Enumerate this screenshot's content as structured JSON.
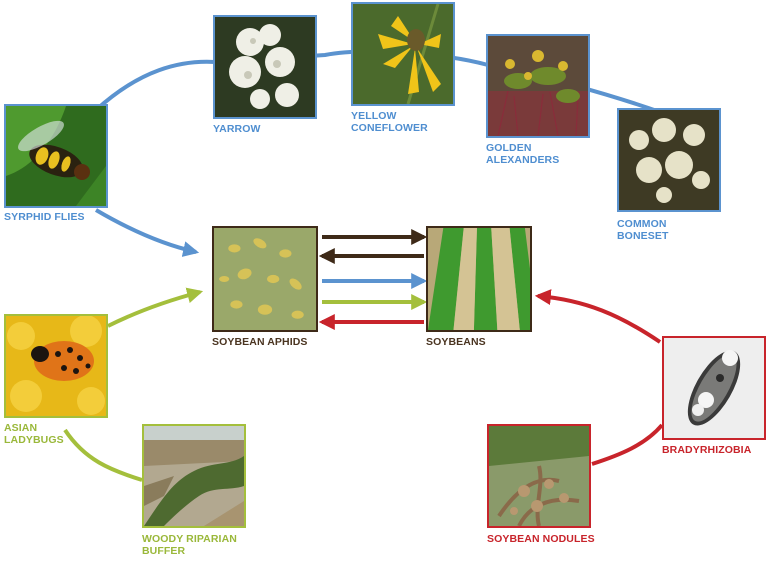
{
  "colors": {
    "syrphid_network": "#5b93cf",
    "ladybug_network": "#a4bf3c",
    "rhizobia_network": "#c8242b",
    "aphid_soybean": "#3e2a18"
  },
  "labels": {
    "syrphid_flies": [
      "SYRPHID FLIES"
    ],
    "yarrow": [
      "YARROW"
    ],
    "yellow_coneflower": [
      "YELLOW",
      "CONEFLOWER"
    ],
    "golden_alexanders": [
      "GOLDEN",
      "ALEXANDERS"
    ],
    "common_boneset": [
      "COMMON",
      "BONESET"
    ],
    "soybean_aphids": [
      "SOYBEAN APHIDS"
    ],
    "soybeans": [
      "SOYBEANS"
    ],
    "asian_ladybugs": [
      "ASIAN",
      "LADYBUGS"
    ],
    "woody_riparian_buffer": [
      "WOODY RIPARIAN",
      "BUFFER"
    ],
    "bradyrhizobia": [
      "BRADYRHIZOBIA"
    ],
    "soybean_nodules": [
      "SOYBEAN NODULES"
    ]
  },
  "photos": [
    "syrphid-fly-photo",
    "yarrow-photo",
    "yellow-coneflower-photo",
    "golden-alexanders-photo",
    "common-boneset-photo",
    "soybean-aphids-photo",
    "soybeans-photo",
    "asian-ladybug-photo",
    "woody-riparian-buffer-photo",
    "bradyrhizobia-photo",
    "soybean-nodules-photo"
  ]
}
